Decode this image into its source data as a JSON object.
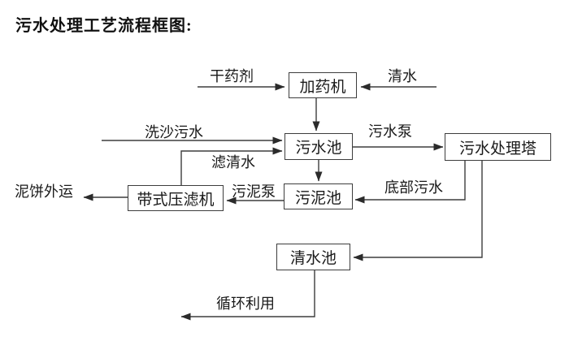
{
  "title": "污水处理工艺流程框图:",
  "nodes": {
    "dosing_machine": "加药机",
    "sewage_pool": "污水池",
    "treatment_tower": "污水处理塔",
    "sludge_pool": "污泥池",
    "belt_filter_press": "带式压滤机",
    "clean_water_pool": "清水池"
  },
  "edge_labels": {
    "dry_chemical": "干药剂",
    "clean_water": "清水",
    "sand_washing_sewage": "洗沙污水",
    "sewage_pump": "污水泵",
    "filtered_water": "滤清水",
    "sludge_pump": "污泥泵",
    "bottom_sewage": "底部污水",
    "mud_cake_out": "泥饼外运",
    "recycle": "循环利用"
  },
  "edges": [
    {
      "from": "external",
      "to": "加药机",
      "label": "干药剂"
    },
    {
      "from": "external",
      "to": "加药机",
      "label": "清水"
    },
    {
      "from": "加药机",
      "to": "污水池",
      "label": ""
    },
    {
      "from": "external",
      "to": "污水池",
      "label": "洗沙污水"
    },
    {
      "from": "带式压滤机",
      "to": "污水池",
      "label": "滤清水"
    },
    {
      "from": "污水池",
      "to": "污水处理塔",
      "label": "污水泵"
    },
    {
      "from": "污水池",
      "to": "污泥池",
      "label": ""
    },
    {
      "from": "污水处理塔",
      "to": "污泥池",
      "label": "底部污水"
    },
    {
      "from": "污泥池",
      "to": "带式压滤机",
      "label": "污泥泵"
    },
    {
      "from": "带式压滤机",
      "to": "external",
      "label": "泥饼外运"
    },
    {
      "from": "污水处理塔",
      "to": "清水池",
      "label": ""
    },
    {
      "from": "清水池",
      "to": "external",
      "label": "循环利用"
    }
  ],
  "colors": {
    "background": "#ffffff",
    "line": "#3d3d3d",
    "box_border": "#3d3d3d",
    "text": "#1a1a1a"
  }
}
